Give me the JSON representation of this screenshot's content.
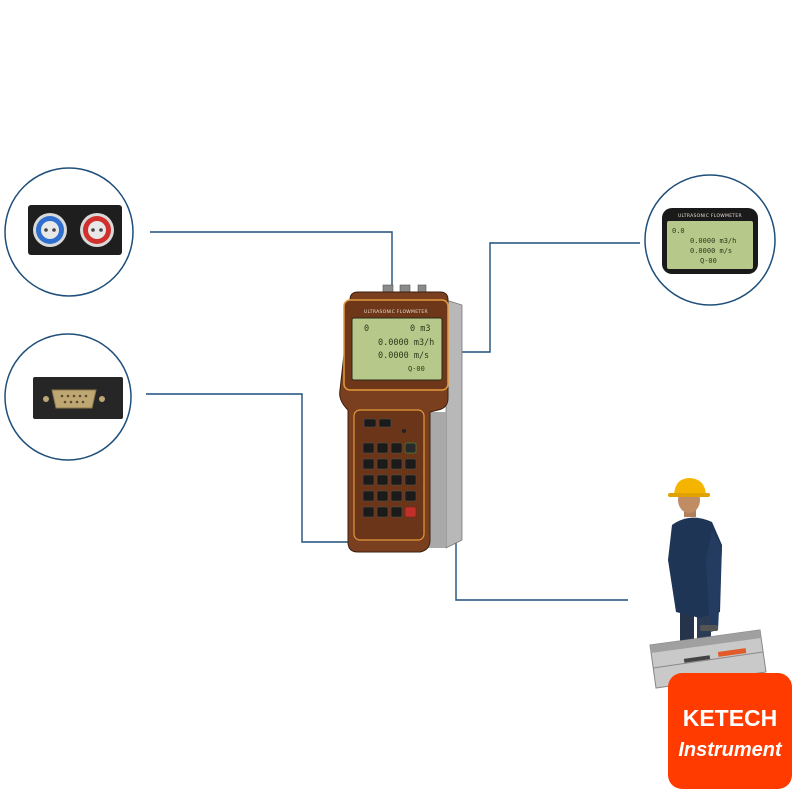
{
  "device": {
    "name": "ULTRASONIC FLOWMETER",
    "screen_lines": [
      "0 m3",
      "0.0000 m3/h",
      "0.0000 m/s",
      "Q-00"
    ],
    "zoom_screen_lines": [
      "0.0000 m3/h",
      "0.0000 m/s",
      "Q-00"
    ]
  },
  "logo": {
    "line1": "KETECH",
    "line2": "Instrument"
  },
  "colors": {
    "callout_line": "#1f4f7a",
    "device_body": "#7a3f1f",
    "lcd": "#b7c98a",
    "logo_bg": "#ff3b00",
    "blue_connector": "#2f6fcf",
    "red_connector": "#d0312d"
  },
  "callouts": [
    "transducer-connectors",
    "rs232-port",
    "lcd-display",
    "carry-case"
  ]
}
